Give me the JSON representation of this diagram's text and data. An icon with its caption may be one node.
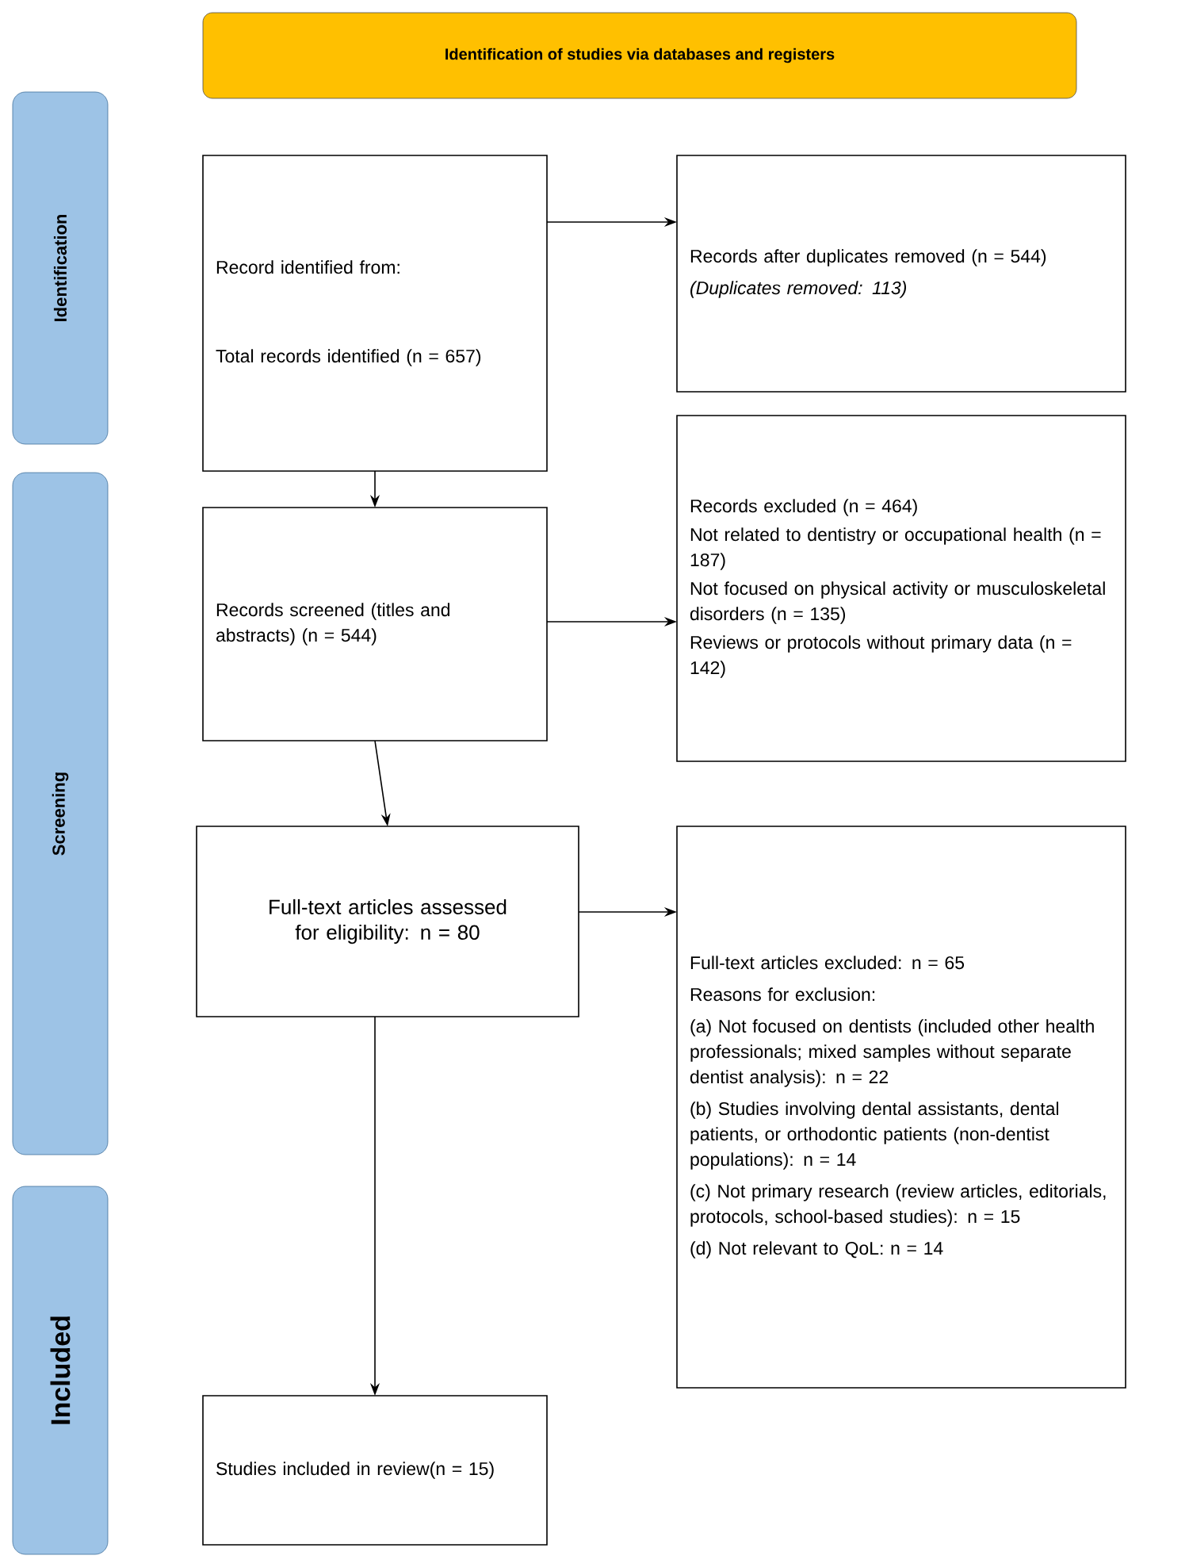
{
  "diagram": {
    "nodes": [
      {
        "text": [
          "Identification of studies via databases and registers"
        ]
      },
      {
        "text": [
          "Identification"
        ]
      },
      {
        "text": [
          "Screening"
        ]
      },
      {
        "text": [
          "Included"
        ]
      },
      {
        "text": [
          "Record identified from:",
          "Total records identified (n = 657)"
        ]
      },
      {
        "text": [
          "Records after duplicates removed (n = 544)",
          "(Duplicates removed: 113)"
        ]
      },
      {
        "text": [
          "Records screened (titles and abstracts) (n = 544)"
        ]
      },
      {
        "text": [
          "Records excluded (n = 464)",
          "Not related to dentistry or occupational health (n = 187)",
          "Not focused on physical activity or musculoskeletal disorders (n = 135)",
          "Reviews or protocols without primary data (n = 142)"
        ]
      },
      {
        "text": [
          "Full-text articles assessed for eligibility: n = 80"
        ]
      },
      {
        "text": [
          "Full-text articles excluded: n = 65",
          "Reasons for exclusion:",
          "(a) Not focused on dentists (included other health professionals; mixed samples without separate dentist analysis): n = 22",
          "(b) Studies involving dental assistants, dental patients, or orthodontic patients (non-dentist populations): n = 14",
          "(c) Not primary research (review articles, editorials, protocols, school-based studies): n = 15",
          "(d) Not relevant to QoL: n = 14"
        ]
      },
      {
        "text": [
          "Studies included in review(n = 15)"
        ]
      }
    ],
    "edges": [
      {
        "from": 4,
        "to": 5,
        "arrow": "to"
      },
      {
        "from": 4,
        "to": 6,
        "arrow": "to"
      },
      {
        "from": 6,
        "to": 7,
        "arrow": "to"
      },
      {
        "from": 6,
        "to": 8,
        "arrow": "to"
      },
      {
        "from": 8,
        "to": 9,
        "arrow": "to"
      },
      {
        "from": 8,
        "to": 10,
        "arrow": "to"
      }
    ]
  }
}
